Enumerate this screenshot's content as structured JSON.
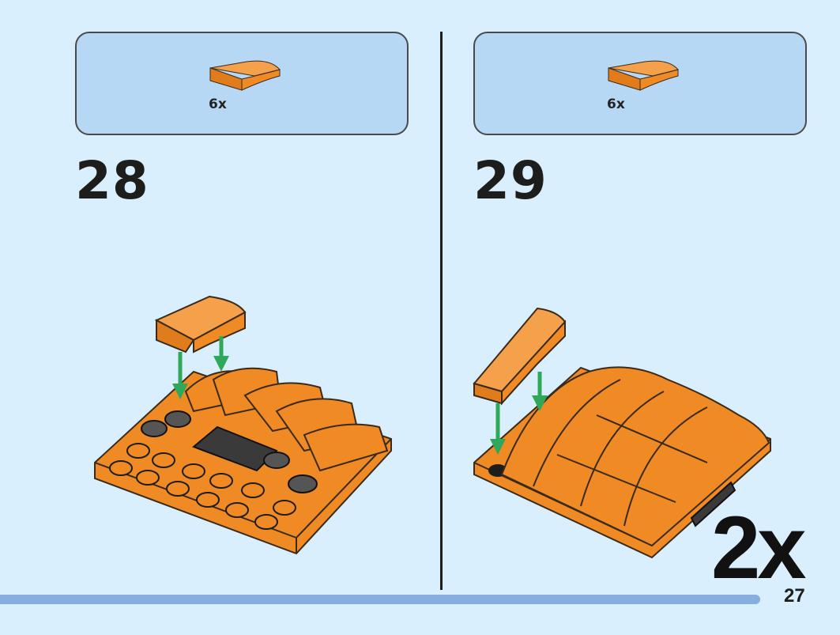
{
  "steps": [
    {
      "number": "28",
      "part_qty": "6x",
      "part_name": "curved-slope-piece"
    },
    {
      "number": "29",
      "part_qty": "6x",
      "part_name": "curved-slope-piece"
    }
  ],
  "multiplier": "2x",
  "page_number": "27",
  "colors": {
    "background": "#d9effd",
    "parts_box": "#b7d8f5",
    "brick_orange": "#f08a24",
    "brick_dark": "#3a3a3a",
    "arrow_green": "#2fa85a",
    "progress_bar": "#86aee0"
  }
}
